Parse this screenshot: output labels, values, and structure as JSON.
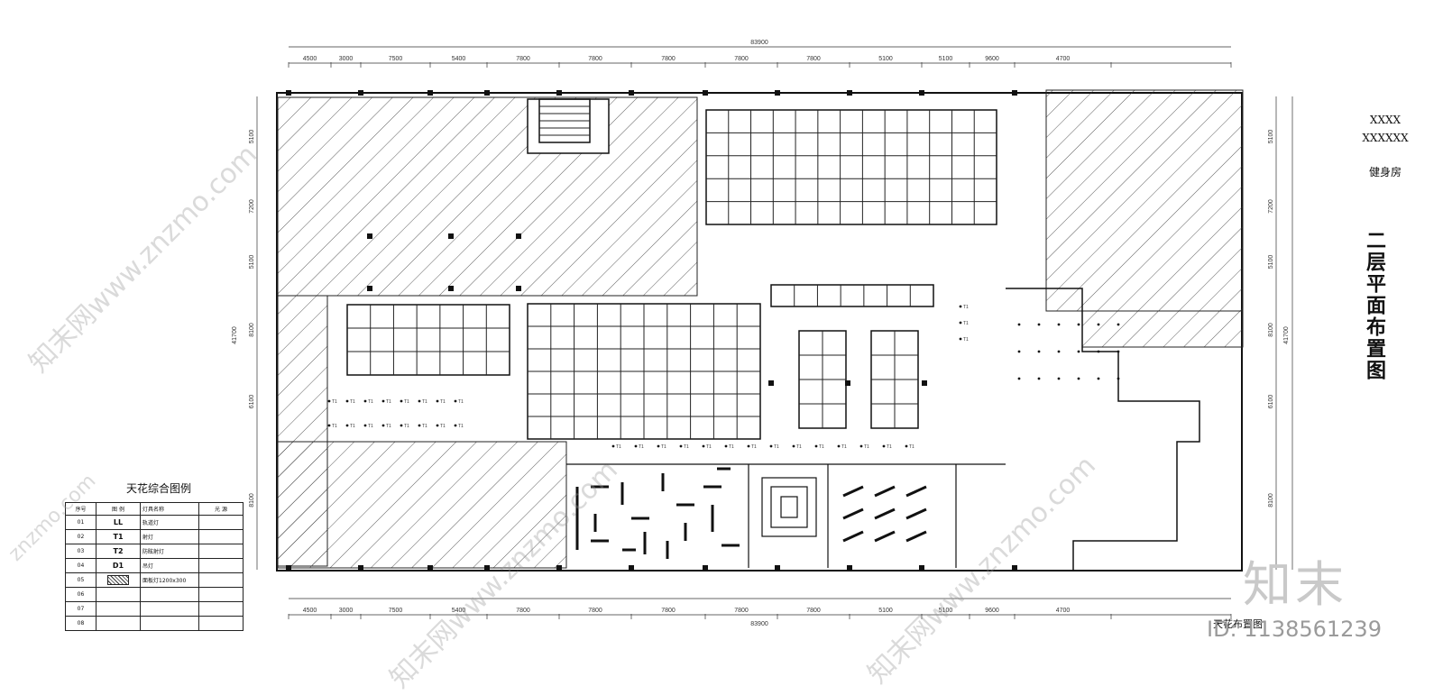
{
  "dimensions": {
    "total_width": "83900",
    "top_segments": [
      "4500",
      "3000",
      "7500",
      "5400",
      "7800",
      "7800",
      "7800",
      "7800",
      "7800",
      "5100",
      "5100",
      "9600",
      "4700"
    ],
    "bottom_segments": [
      "4500",
      "3000",
      "7500",
      "5400",
      "7800",
      "7800",
      "7800",
      "7800",
      "7800",
      "5100",
      "5100",
      "9600",
      "4700"
    ],
    "total_height": "41700",
    "left_segments": [
      "5100",
      "7200",
      "5100",
      "8100",
      "6100",
      "8100"
    ],
    "right_segments": [
      "5100",
      "7200",
      "5100",
      "8100",
      "6100",
      "8100"
    ]
  },
  "info": {
    "line1": "XXXX",
    "line2": "XXXXXX",
    "project": "健身房",
    "drawing_title": "二层平面布置图"
  },
  "plan_label": "天花布置图",
  "legend": {
    "title": "天花综合图例",
    "headers": [
      "序号",
      "图 例",
      "灯具名称",
      "光 源"
    ],
    "rows": [
      {
        "no": "01",
        "symbol": "LL",
        "name": "轨道灯",
        "source": ""
      },
      {
        "no": "02",
        "symbol": "T1",
        "name": "射灯",
        "source": ""
      },
      {
        "no": "03",
        "symbol": "T2",
        "name": "防眩射灯",
        "source": ""
      },
      {
        "no": "04",
        "symbol": "D1",
        "name": "吊灯",
        "source": ""
      },
      {
        "no": "05",
        "symbol": "",
        "name": "面板灯1200x300",
        "source": ""
      },
      {
        "no": "06",
        "symbol": "",
        "name": "",
        "source": ""
      },
      {
        "no": "07",
        "symbol": "",
        "name": "",
        "source": ""
      },
      {
        "no": "08",
        "symbol": "",
        "name": "",
        "source": ""
      }
    ]
  },
  "watermark": {
    "logo": "知末",
    "id": "ID: 1138561239",
    "site": "知末网www.znzmo.com",
    "site2": "znzmo.com"
  },
  "light_tag": "T1"
}
